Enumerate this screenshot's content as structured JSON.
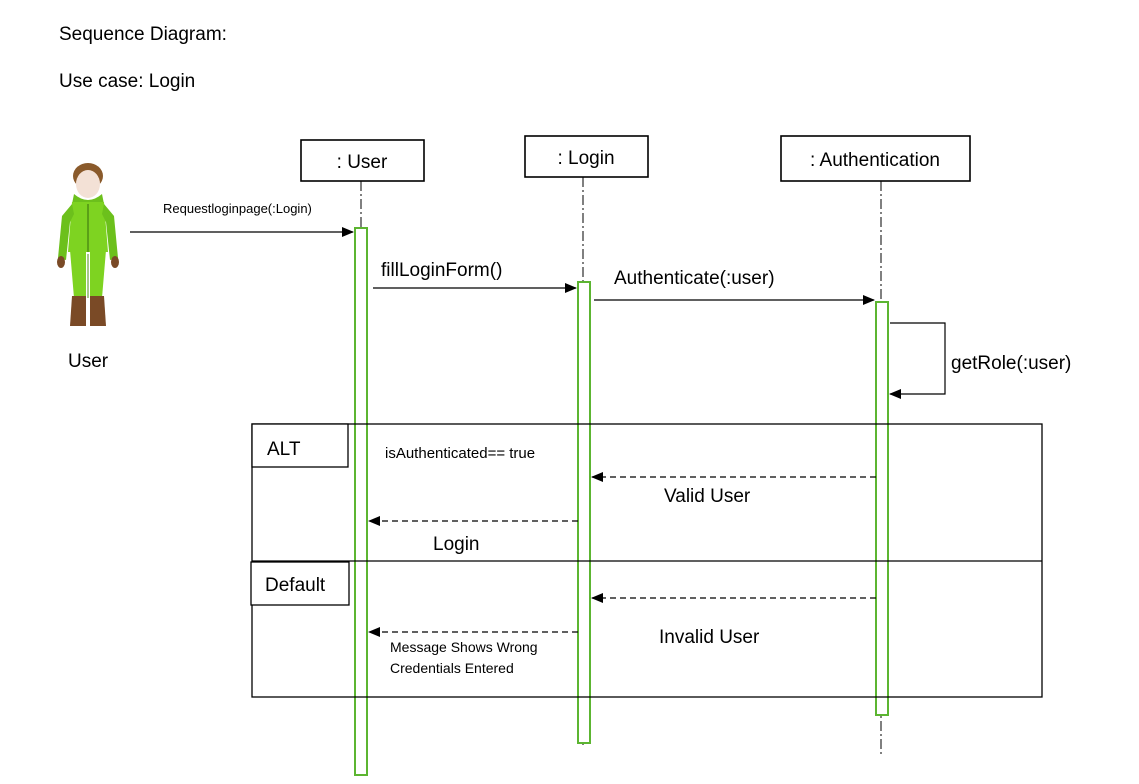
{
  "document": {
    "heading": "Sequence Diagram:",
    "use_case": "Use case: Login"
  },
  "actor": {
    "label": "User",
    "icon": "person-figure-icon"
  },
  "lifelines": [
    {
      "id": "user",
      "label": ": User"
    },
    {
      "id": "login",
      "label": ": Login"
    },
    {
      "id": "auth",
      "label": ": Authentication"
    }
  ],
  "messages": {
    "request_login_page": "Requestloginpage(:Login)",
    "fill_login_form": "fillLoginForm()",
    "authenticate": "Authenticate(:user)",
    "get_role": "getRole(:user)",
    "valid_user": "Valid User",
    "login": "Login",
    "invalid_user": "Invalid User",
    "wrong_credentials_line1": "Message Shows Wrong",
    "wrong_credentials_line2": "Credentials Entered"
  },
  "fragments": {
    "alt_label": "ALT",
    "alt_guard": "isAuthenticated== true",
    "default_label": "Default"
  },
  "colors": {
    "activation_border": "#5cb531",
    "actor_suit": "#7ed321",
    "actor_boots": "#7a4a26"
  }
}
